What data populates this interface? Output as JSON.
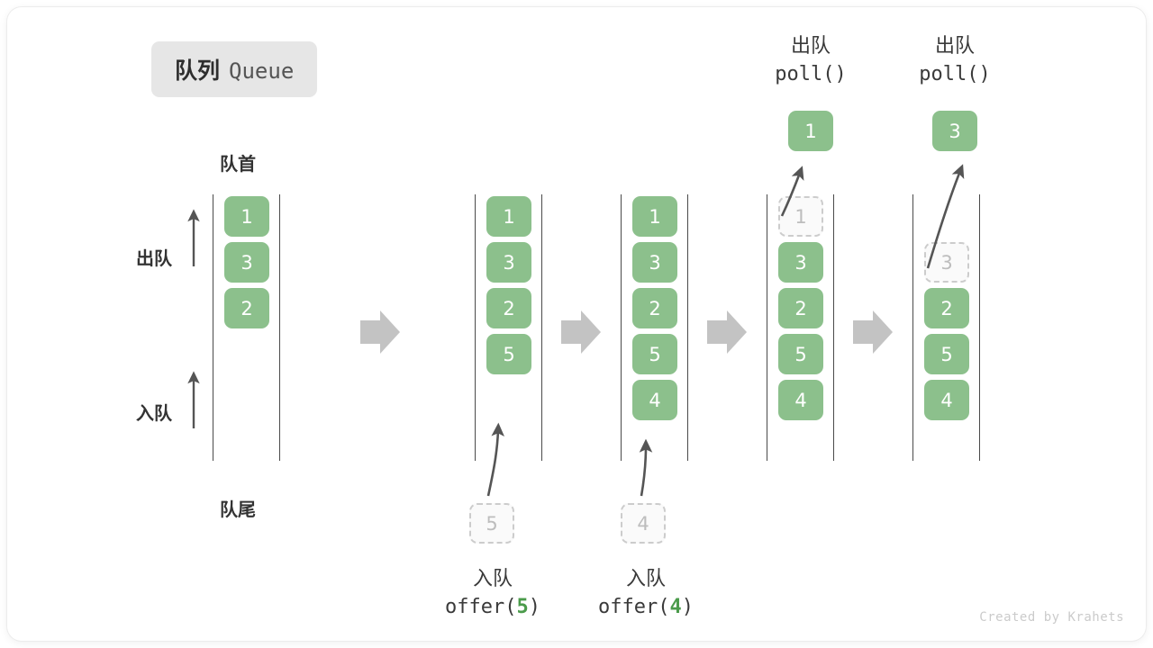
{
  "title": {
    "cn": "队列",
    "en": "Queue"
  },
  "credit": "Created by Krahets",
  "labels": {
    "head": "队首",
    "tail": "队尾",
    "dequeue": "出队",
    "enqueue": "入队"
  },
  "colors": {
    "cell_green": "#8cc08c",
    "cell_text": "#ffffff",
    "ghost_border": "#cccccc",
    "ghost_text": "#bdbdbd",
    "rail": "#4a4a4a",
    "step_arrow": "#c3c3c3",
    "badge_bg": "#e6e6e6",
    "accent_num": "#4b9b4b",
    "credit_text": "#cbcbcb"
  },
  "steps": [
    {
      "id": "step-1-initial",
      "cells": [
        {
          "value": "1",
          "state": "solid"
        },
        {
          "value": "3",
          "state": "solid"
        },
        {
          "value": "2",
          "state": "solid"
        }
      ],
      "op": null,
      "incoming": null,
      "outgoing": null
    },
    {
      "id": "step-2-offer-5",
      "cells": [
        {
          "value": "1",
          "state": "solid"
        },
        {
          "value": "3",
          "state": "solid"
        },
        {
          "value": "2",
          "state": "solid"
        },
        {
          "value": "5",
          "state": "solid"
        }
      ],
      "op": {
        "cn": "入队",
        "code_prefix": "offer(",
        "code_num": "5",
        "code_suffix": ")"
      },
      "incoming": {
        "value": "5"
      },
      "outgoing": null
    },
    {
      "id": "step-3-offer-4",
      "cells": [
        {
          "value": "1",
          "state": "solid"
        },
        {
          "value": "3",
          "state": "solid"
        },
        {
          "value": "2",
          "state": "solid"
        },
        {
          "value": "5",
          "state": "solid"
        },
        {
          "value": "4",
          "state": "solid"
        }
      ],
      "op": {
        "cn": "入队",
        "code_prefix": "offer(",
        "code_num": "4",
        "code_suffix": ")"
      },
      "incoming": {
        "value": "4"
      },
      "outgoing": null
    },
    {
      "id": "step-4-poll-1",
      "cells": [
        {
          "value": "1",
          "state": "ghost"
        },
        {
          "value": "3",
          "state": "solid"
        },
        {
          "value": "2",
          "state": "solid"
        },
        {
          "value": "5",
          "state": "solid"
        },
        {
          "value": "4",
          "state": "solid"
        }
      ],
      "op": {
        "cn": "出队",
        "code_prefix": "poll(",
        "code_num": "",
        "code_suffix": ")"
      },
      "incoming": null,
      "outgoing": {
        "value": "1"
      }
    },
    {
      "id": "step-5-poll-3",
      "cells": [
        {
          "value": "",
          "state": "gap"
        },
        {
          "value": "3",
          "state": "ghost"
        },
        {
          "value": "2",
          "state": "solid"
        },
        {
          "value": "5",
          "state": "solid"
        },
        {
          "value": "4",
          "state": "solid"
        }
      ],
      "op": {
        "cn": "出队",
        "code_prefix": "poll(",
        "code_num": "",
        "code_suffix": ")"
      },
      "incoming": null,
      "outgoing": {
        "value": "3"
      }
    }
  ]
}
